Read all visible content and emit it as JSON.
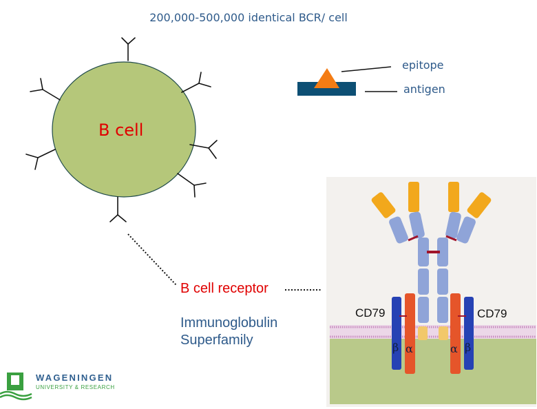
{
  "title": "200,000-500,000 identical BCR/ cell",
  "legend": {
    "epitope": "epitope",
    "antigen": "antigen"
  },
  "cell_label": "B cell",
  "receptor_label": "B cell receptor",
  "family_label": {
    "line1": "Immunoglobulin",
    "line2": "Superfamily"
  },
  "figure": {
    "cd79_left": "CD79",
    "cd79_right": "CD79",
    "beta": "β",
    "alpha": "α"
  },
  "logo": {
    "name": "WAGENINGEN",
    "sub": "UNIVERSITY & RESEARCH"
  },
  "colors": {
    "cell_fill": "#b5c77a",
    "cell_outline": "#1f4a4a",
    "epitope": "#f47c14",
    "antigen": "#0d4f74",
    "label_blue": "#2e5a8a",
    "label_red": "#e00000",
    "heavy_chain": "#8fa4d8",
    "variable_domain": "#f2a81c",
    "cd79_beta": "#2642b4",
    "cd79_alpha": "#e5552a",
    "membrane": "#d9a8cf",
    "cytoplasm": "#b9c98a"
  }
}
